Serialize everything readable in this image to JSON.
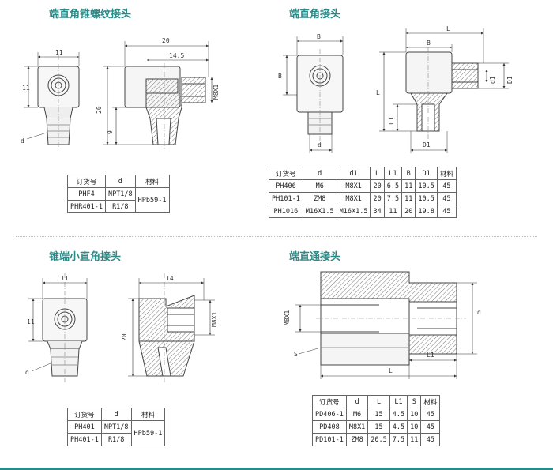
{
  "sections": {
    "elbow_cone": {
      "title": "端直角锥螺纹接头",
      "dims": {
        "w11": "11",
        "h11": "11",
        "d": "d",
        "len20": "20",
        "len14_5": "14.5",
        "h20": "20",
        "h9": "9",
        "m8x1": "M8X1"
      },
      "table": {
        "headers": [
          "订货号",
          "d",
          "材料"
        ],
        "rows": [
          [
            "PHF4",
            "NPT1/8"
          ],
          [
            "PHR401-1",
            "R1/8"
          ]
        ],
        "material": "HPb59-1"
      }
    },
    "elbow_straight": {
      "title": "端直角接头",
      "dims": {
        "b_top": "B",
        "b_side": "B",
        "l_top": "L",
        "l_side": "L",
        "d1": "d1",
        "D1_side": "D1",
        "L1": "L1",
        "d": "d",
        "D1_bottom": "D1"
      },
      "table": {
        "headers": [
          "订货号",
          "d",
          "d1",
          "L",
          "L1",
          "B",
          "D1",
          "材料"
        ],
        "rows": [
          [
            "PH406",
            "M6",
            "M8X1",
            "20",
            "6.5",
            "11",
            "10.5",
            "45"
          ],
          [
            "PH101-1",
            "ZM8",
            "M8X1",
            "20",
            "7.5",
            "11",
            "10.5",
            "45"
          ],
          [
            "PH1016",
            "M16X1.5",
            "M16X1.5",
            "34",
            "11",
            "20",
            "19.8",
            "45"
          ]
        ]
      }
    },
    "elbow_small": {
      "title": "锥端小直角接头",
      "dims": {
        "w11": "11",
        "h11": "11",
        "d": "d",
        "len14": "14",
        "h20": "20",
        "m8x1": "M8X1"
      },
      "table": {
        "headers": [
          "订货号",
          "d",
          "材料"
        ],
        "rows": [
          [
            "PH401",
            "NPT1/8"
          ],
          [
            "PH401-1",
            "R1/8"
          ]
        ],
        "material": "HPb59-1"
      }
    },
    "straight": {
      "title": "端直通接头",
      "dims": {
        "m8x1": "M8X1",
        "s": "S",
        "l1": "L1",
        "l": "L",
        "d": "d"
      },
      "table": {
        "headers": [
          "订货号",
          "d",
          "L",
          "L1",
          "S",
          "材料"
        ],
        "rows": [
          [
            "PD406-1",
            "M6",
            "15",
            "4.5",
            "10",
            "45"
          ],
          [
            "PD408",
            "M8X1",
            "15",
            "4.5",
            "10",
            "45"
          ],
          [
            "PD101-1",
            "ZM8",
            "20.5",
            "7.5",
            "11",
            "45"
          ]
        ]
      }
    }
  }
}
